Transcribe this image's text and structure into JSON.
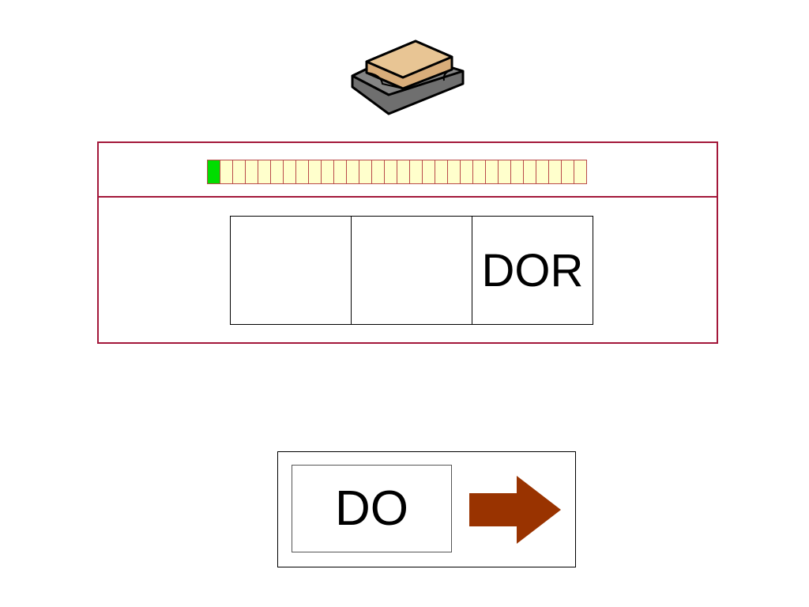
{
  "icon": {
    "name": "stamp-icon"
  },
  "progress": {
    "total_steps": 30,
    "completed_steps": 1,
    "filled_color": "#00dd00",
    "empty_color": "#ffffcc"
  },
  "word_boxes": [
    {
      "text": ""
    },
    {
      "text": ""
    },
    {
      "text": "DOR"
    }
  ],
  "answer": {
    "syllable": "DO"
  },
  "next_button": {
    "icon": "arrow-right-icon",
    "color": "#993300"
  },
  "colors": {
    "panel_border": "#a3183a"
  }
}
